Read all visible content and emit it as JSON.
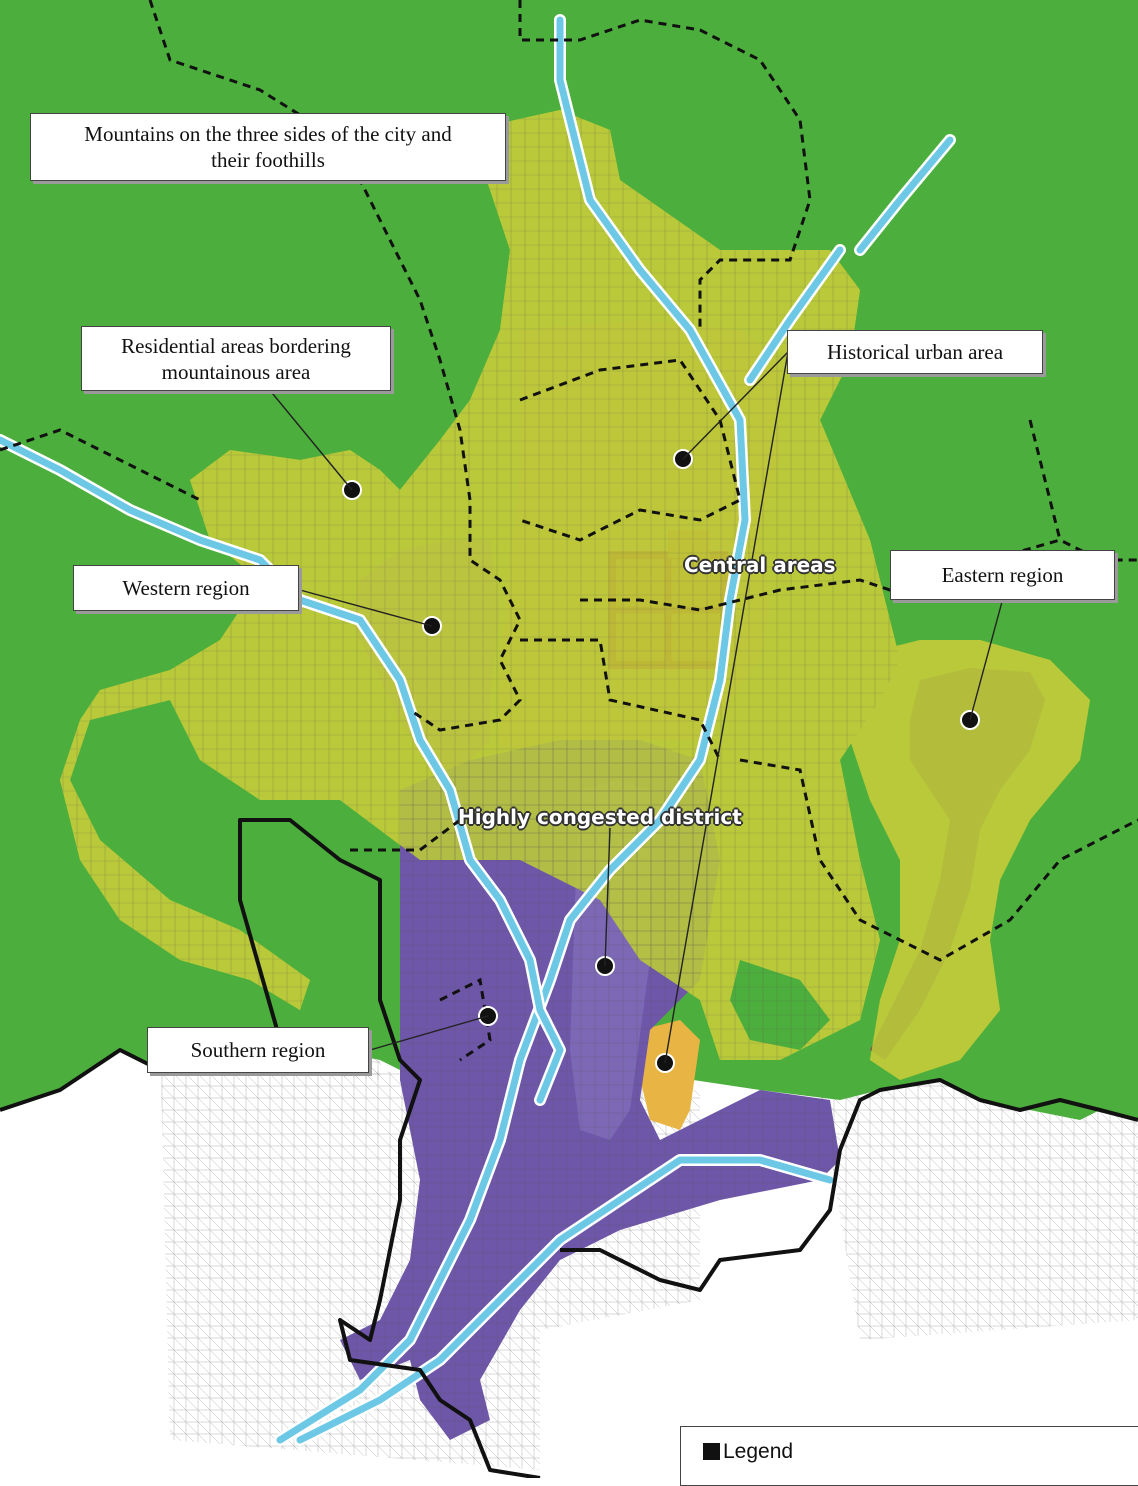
{
  "colors": {
    "mountain": "#4cae3c",
    "residential": "#b9c93a",
    "historical": "#e8b544",
    "central": "#ee7a22",
    "central_outline": "#e0301a",
    "western": "#cc9b72",
    "eastern": "#7f5445",
    "southern": "#6e56a8",
    "river": "#6dc8e6",
    "boundary": "#111111"
  },
  "callouts": {
    "mountains": "Mountains on the three sides of the city and their foothills",
    "residential": "Residential areas bordering mountainous area",
    "historical": "Historical urban area",
    "western": "Western region",
    "eastern": "Eastern region",
    "southern": "Southern region"
  },
  "labels": {
    "central": "Central areas",
    "congested": "Highly congested district"
  },
  "legend": {
    "title": "Legend"
  }
}
